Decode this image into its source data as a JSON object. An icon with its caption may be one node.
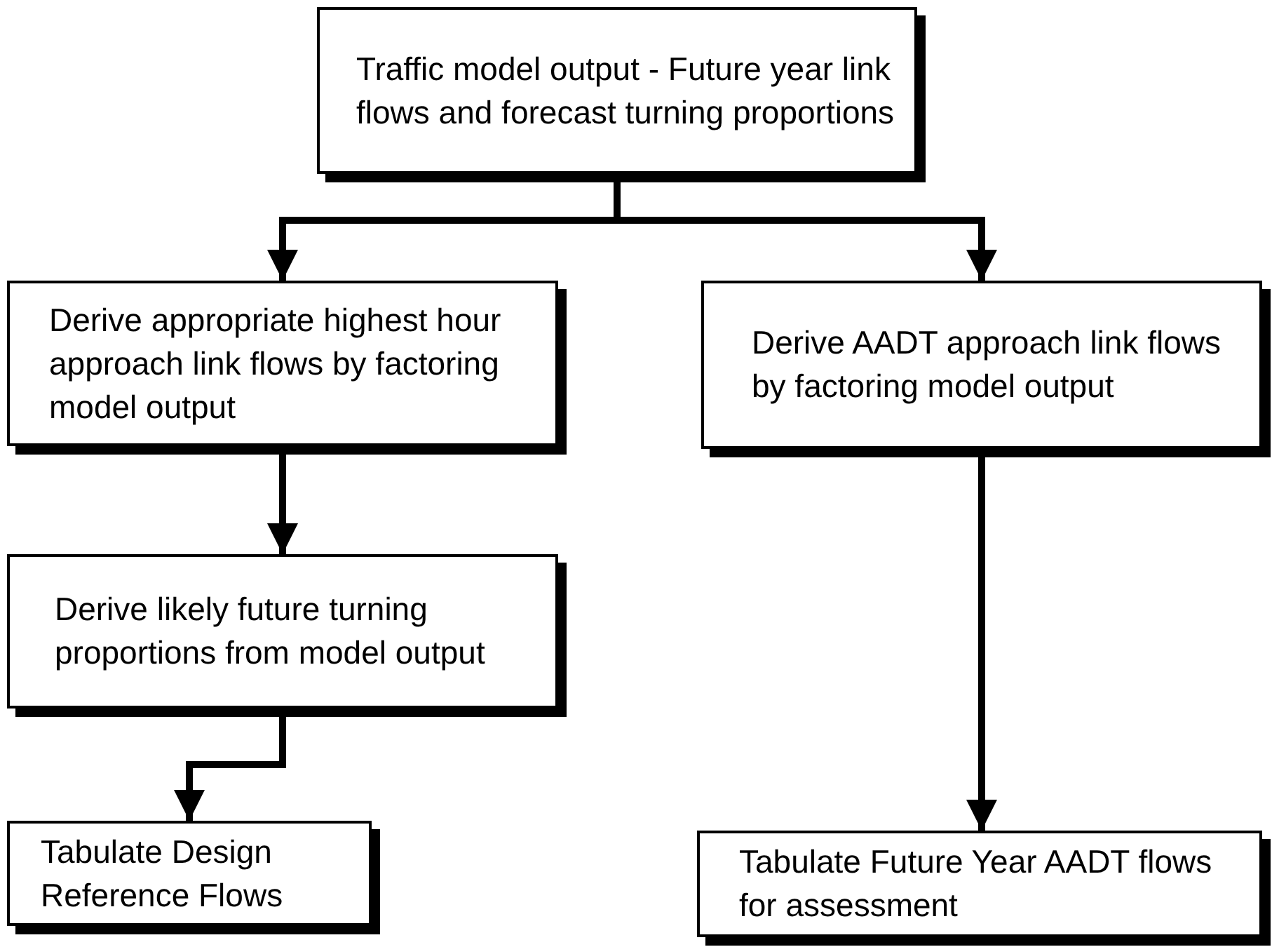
{
  "diagram": {
    "nodes": [
      {
        "text": [
          "Traffic model output - Future year link flows and forecast turning proportions"
        ]
      },
      {
        "text": [
          "Derive appropriate highest hour approach link flows by factoring model output"
        ]
      },
      {
        "text": [
          "Derive AADT approach link flows by factoring model output"
        ]
      },
      {
        "text": [
          "Derive likely future turning proportions from model output"
        ]
      },
      {
        "text": [
          "Tabulate Design Reference Flows"
        ]
      },
      {
        "text": [
          "Tabulate Future Year AADT flows for assessment"
        ]
      }
    ],
    "edges": [
      {
        "from": 0,
        "to": 1,
        "arrow": "to"
      },
      {
        "from": 0,
        "to": 2,
        "arrow": "to"
      },
      {
        "from": 1,
        "to": 3,
        "arrow": "to"
      },
      {
        "from": 3,
        "to": 4,
        "arrow": "to"
      },
      {
        "from": 2,
        "to": 5,
        "arrow": "to"
      }
    ]
  }
}
